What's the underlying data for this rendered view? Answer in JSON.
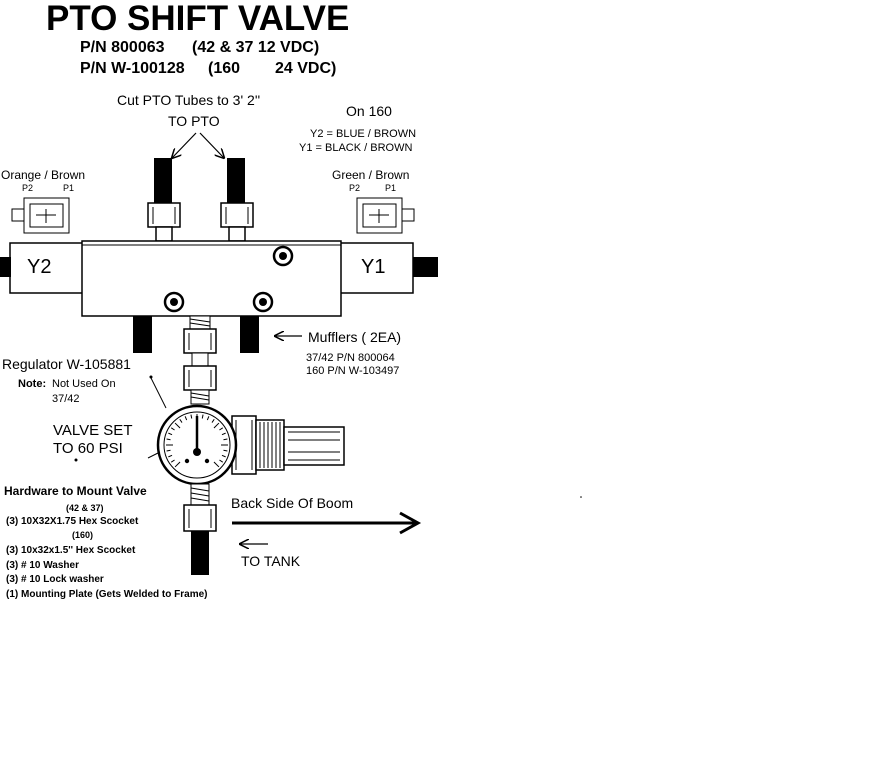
{
  "title": "PTO SHIFT VALVE",
  "part_lines": [
    "P/N 800063",
    "(42 & 37 12 VDC)",
    "P/N W-100128",
    "(160",
    "24 VDC)"
  ],
  "tubes_label": "Cut PTO Tubes to 3' 2''",
  "to_pto": "TO PTO",
  "on160": {
    "heading": "On 160",
    "y2": "Y2 = BLUE / BROWN",
    "y1": "Y1 = BLACK / BROWN"
  },
  "left_connector": {
    "label": "Orange / Brown",
    "p2": "P2",
    "p1": "P1"
  },
  "right_connector": {
    "label": "Green / Brown",
    "p2": "P2",
    "p1": "P1"
  },
  "solenoids": {
    "left": "Y2",
    "right": "Y1"
  },
  "mufflers": {
    "label": "Mufflers  ( 2EA)",
    "pn1": "37/42  P/N 800064",
    "pn2": "160    P/N W-103497"
  },
  "regulator": {
    "label": "Regulator W-105881",
    "note_label": "Note:",
    "note_text": "Not Used On",
    "note_text2": "37/42"
  },
  "valve_set": [
    "VALVE SET",
    "TO 60 PSI"
  ],
  "back_side": "Back Side Of Boom",
  "to_tank": "TO TANK",
  "hardware": {
    "title": "Hardware to Mount Valve",
    "lines": [
      "(42 & 37)",
      "(3) 10X32X1.75 Hex Scocket",
      "(160)",
      "(3) 10x32x1.5'' Hex Scocket",
      "(3) # 10 Washer",
      "(3) # 10 Lock washer",
      "(1) Mounting Plate (Gets Welded to Frame)"
    ]
  },
  "colors": {
    "ink": "#000000",
    "background": "#ffffff"
  }
}
